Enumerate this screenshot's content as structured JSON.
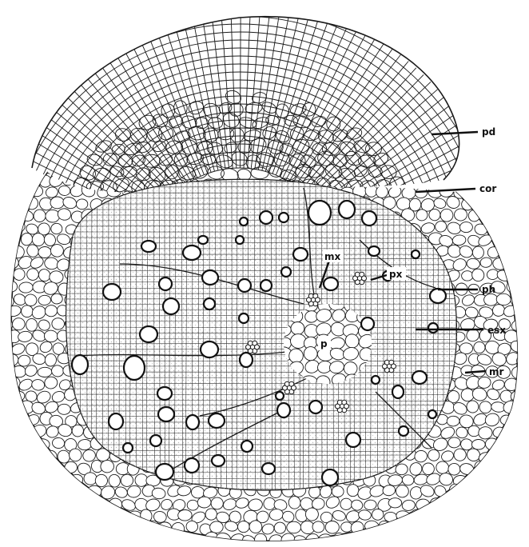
{
  "figure": {
    "colors": {
      "background": "#ffffff",
      "ink": "#1a1a1a",
      "cell_fill": "#ffffff",
      "stipple": "#b5b5b5"
    },
    "labels": {
      "pd": "pd",
      "cor": "cor",
      "mx": "mx",
      "px": "px",
      "ph": "ph",
      "esx": "esx",
      "p": "p",
      "mr": "mr"
    }
  }
}
